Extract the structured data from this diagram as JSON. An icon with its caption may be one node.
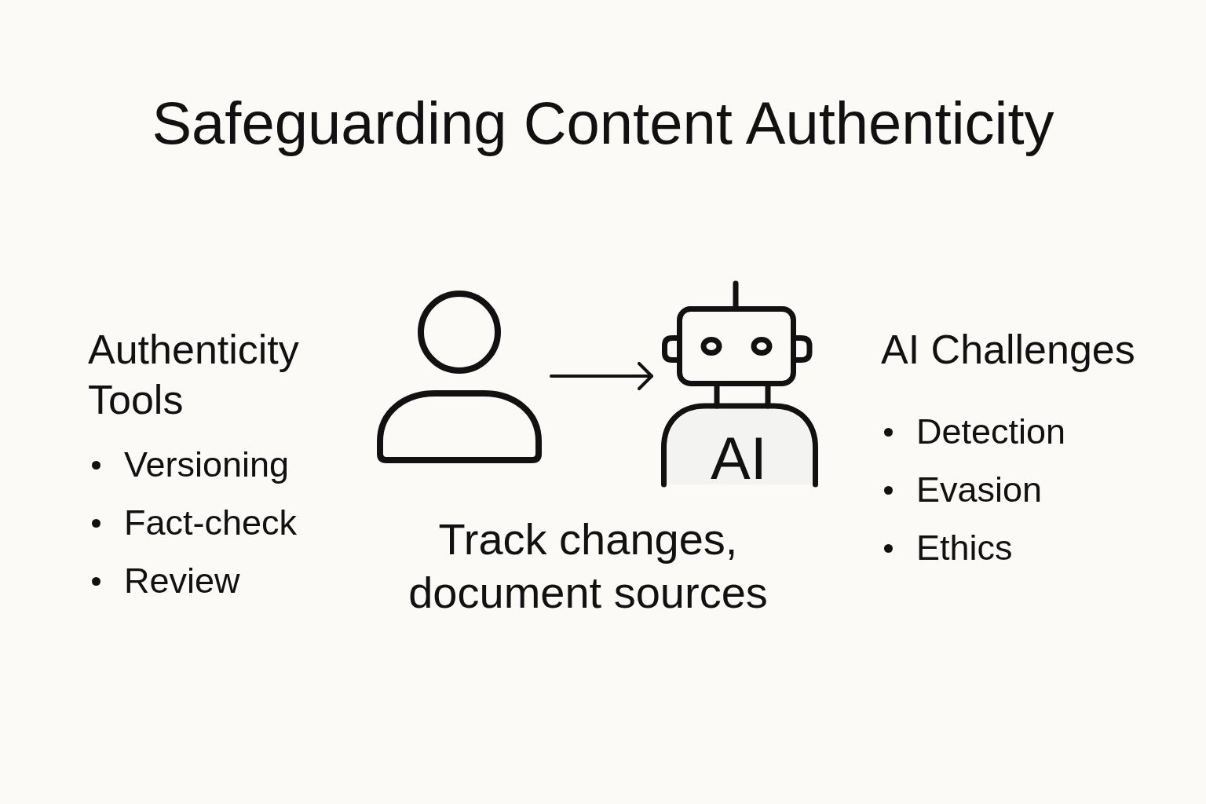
{
  "diagram": {
    "title": "Safeguarding Content Authenticity",
    "nodes": [
      {
        "text": [],
        "shape": "person"
      },
      {
        "text": [
          "AI"
        ]
      }
    ],
    "edges": [
      {
        "from": 0,
        "to": 1,
        "arrow": "to"
      }
    ],
    "labels": [
      "Authenticity Tools",
      "Versioning",
      "Fact-check",
      "Review",
      "Track changes, document sources",
      "AI Challenges",
      "Detection",
      "Evasion",
      "Ethics"
    ]
  }
}
